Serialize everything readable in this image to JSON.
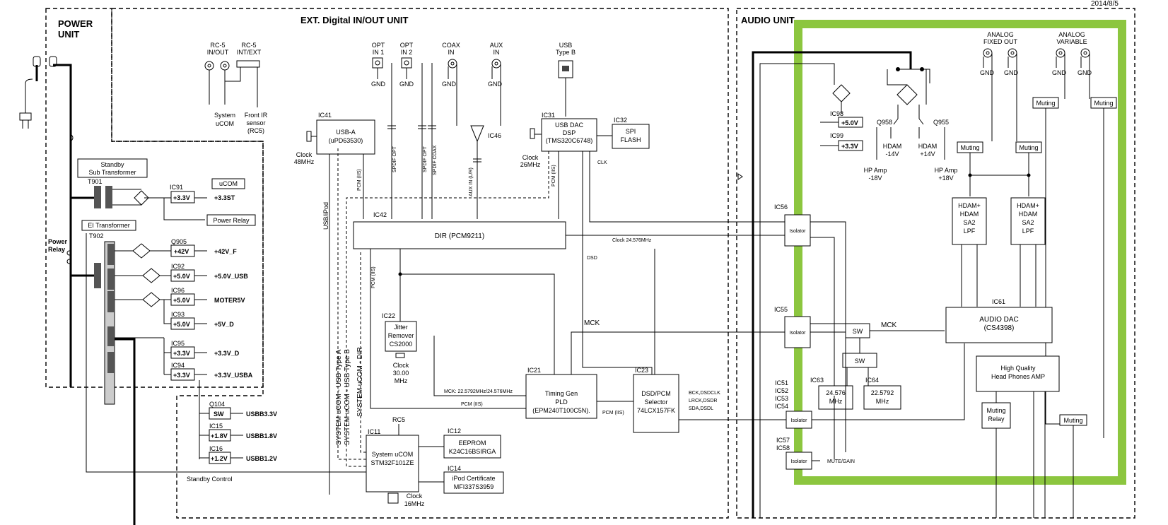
{
  "date": "2014/8/5",
  "units": {
    "power": "POWER\nUNIT",
    "ext": "EXT. Digital IN/OUT UNIT",
    "audio": "AUDIO UNIT"
  },
  "power": {
    "standby_transformer": "Standby\nSub Transformer",
    "t901": "T901",
    "ei_transformer": "EI Transformer",
    "t902": "T902",
    "power_relay_label": "Power\nRelay",
    "ic91": "IC91",
    "ic91_v": "+3.3V",
    "ucom": "uCOM",
    "out_33st": "+3.3ST",
    "power_relay_box": "Power Relay",
    "q905": "Q905",
    "q905_v": "+42V",
    "out_42v": "+42V_F",
    "ic92": "IC92",
    "ic92_v": "+5.0V",
    "out_50usb": "+5.0V_USB",
    "ic96": "IC96",
    "ic96_v": "+5.0V",
    "out_moter": "MOTER5V",
    "ic93": "IC93",
    "ic93_v": "+5.0V",
    "out_5vd": "+5V_D",
    "ic95": "IC95",
    "ic95_v": "+3.3V",
    "out_33d": "+3.3V_D",
    "ic94": "IC94",
    "ic94_v": "+3.3V",
    "out_33usba": "+3.3V_USBA",
    "q104": "Q104",
    "q104_v": "SW",
    "out_usbb33": "USBB3.3V",
    "ic15": "IC15",
    "ic15_v": "+1.8V",
    "out_usbb18": "USBB1.8V",
    "ic16": "IC16",
    "ic16_v": "+1.2V",
    "out_usbb12": "USBB1.2V",
    "standby_control": "Standby Control"
  },
  "ext": {
    "rc5_inout": "RC-5\nIN/OUT",
    "rc5_intext": "RC-5\nINT/EXT",
    "system_ucom_note": "System\nuCOM",
    "front_ir": "Front IR\nsensor\n(RC5)",
    "opt1": "OPT\nIN 1",
    "opt2": "OPT\nIN 2",
    "coax": "COAX\nIN",
    "aux": "AUX\nIN",
    "gnd": "GND",
    "usb_typeb": "USB\nType B",
    "ic41": "IC41",
    "usba": "USB-A\n(uPD63530)",
    "clock48": "Clock\n48MHz",
    "ic46": "IC46",
    "ic31": "IC31",
    "usbdac": "USB DAC\nDSP\n(TMS320C6748)",
    "ic32": "IC32",
    "spi": "SPI\nFLASH",
    "clock26": "Clock\n26MHz",
    "clk": "CLK",
    "ic42": "IC42",
    "dir": "DIR (PCM9211)",
    "pcm_iis": "PCM (IIS)",
    "spdif_opt": "SPDIF OPT",
    "spdif_coax": "SPDIF COAX",
    "aux_in": "AUX IN (L/R)",
    "usb_ipod": "USB/iPod",
    "clock24": "Clock 24.576MHz",
    "dsd": "DSD",
    "mck": "MCK",
    "ic22": "IC22",
    "jitter": "Jitter\nRemover\nCS2000",
    "clock30": "Clock\n30.00\nMHz",
    "mck_freq": "MCK: 22.5792MHz/24.576MHz",
    "ic21": "IC21",
    "timing": "Timing Gen\nPLD\n(EPM240T100C5N).",
    "ic23": "IC23",
    "dsdpcm": "DSD/PCM\nSelector\n74LCX157FK",
    "bck": "BCK,DSDCLK\nLRCK,DSDR\nSDA,DSDL",
    "sys_usb_a": "SYSTEM uCOM - USB Type A",
    "sys_usb_b": "SYSTEM uCOM - USB Type B",
    "sys_dir": "SYSTEM uCOM - DIR",
    "rc5": "RC5",
    "ic11": "IC11",
    "sysucom": "System uCOM\nSTM32F101ZE",
    "ic12": "IC12",
    "eeprom": "EEPROM\nK24C16BSIRGA",
    "ic14": "IC14",
    "ipod": "iPod Certificate\nMFI337S3959",
    "clock16": "Clock\n16MHz"
  },
  "audio": {
    "ic98": "IC98",
    "ic98_v": "+5.0V",
    "ic99": "IC99",
    "ic99_v": "+3.3V",
    "q958": "Q958",
    "q955": "Q955",
    "hdam_m14": "HDAM\n-14V",
    "hdam_p14": "HDAM\n+14V",
    "hp_m18": "HP Amp\n-18V",
    "hp_p18": "HP Amp\n+18V",
    "analog_fixed": "ANALOG\nFIXED OUT",
    "analog_var": "ANALOG\nVARIABLE",
    "muting": "Muting",
    "hdam_lpf": "HDAM+\nHDAM\nSA2\nLPF",
    "ic56": "IC56",
    "ic55": "IC55",
    "ic51_54": "IC51\nIC52\nIC53\nIC54",
    "ic57_58": "IC57\nIC58",
    "isolator": "Isolator",
    "sw": "SW",
    "ic61": "IC61",
    "dac": "AUDIO DAC\n(CS4398)",
    "ic63": "IC63",
    "xtal1": "24.576\nMHz",
    "ic64": "IC64",
    "xtal2": "22.5792\nMHz",
    "hq_hp": "High Quality\nHead Phones AMP",
    "muting_relay": "Muting\nRelay",
    "mute_gain": "MUTE/GAIN",
    "accent": "#8cc63f"
  }
}
